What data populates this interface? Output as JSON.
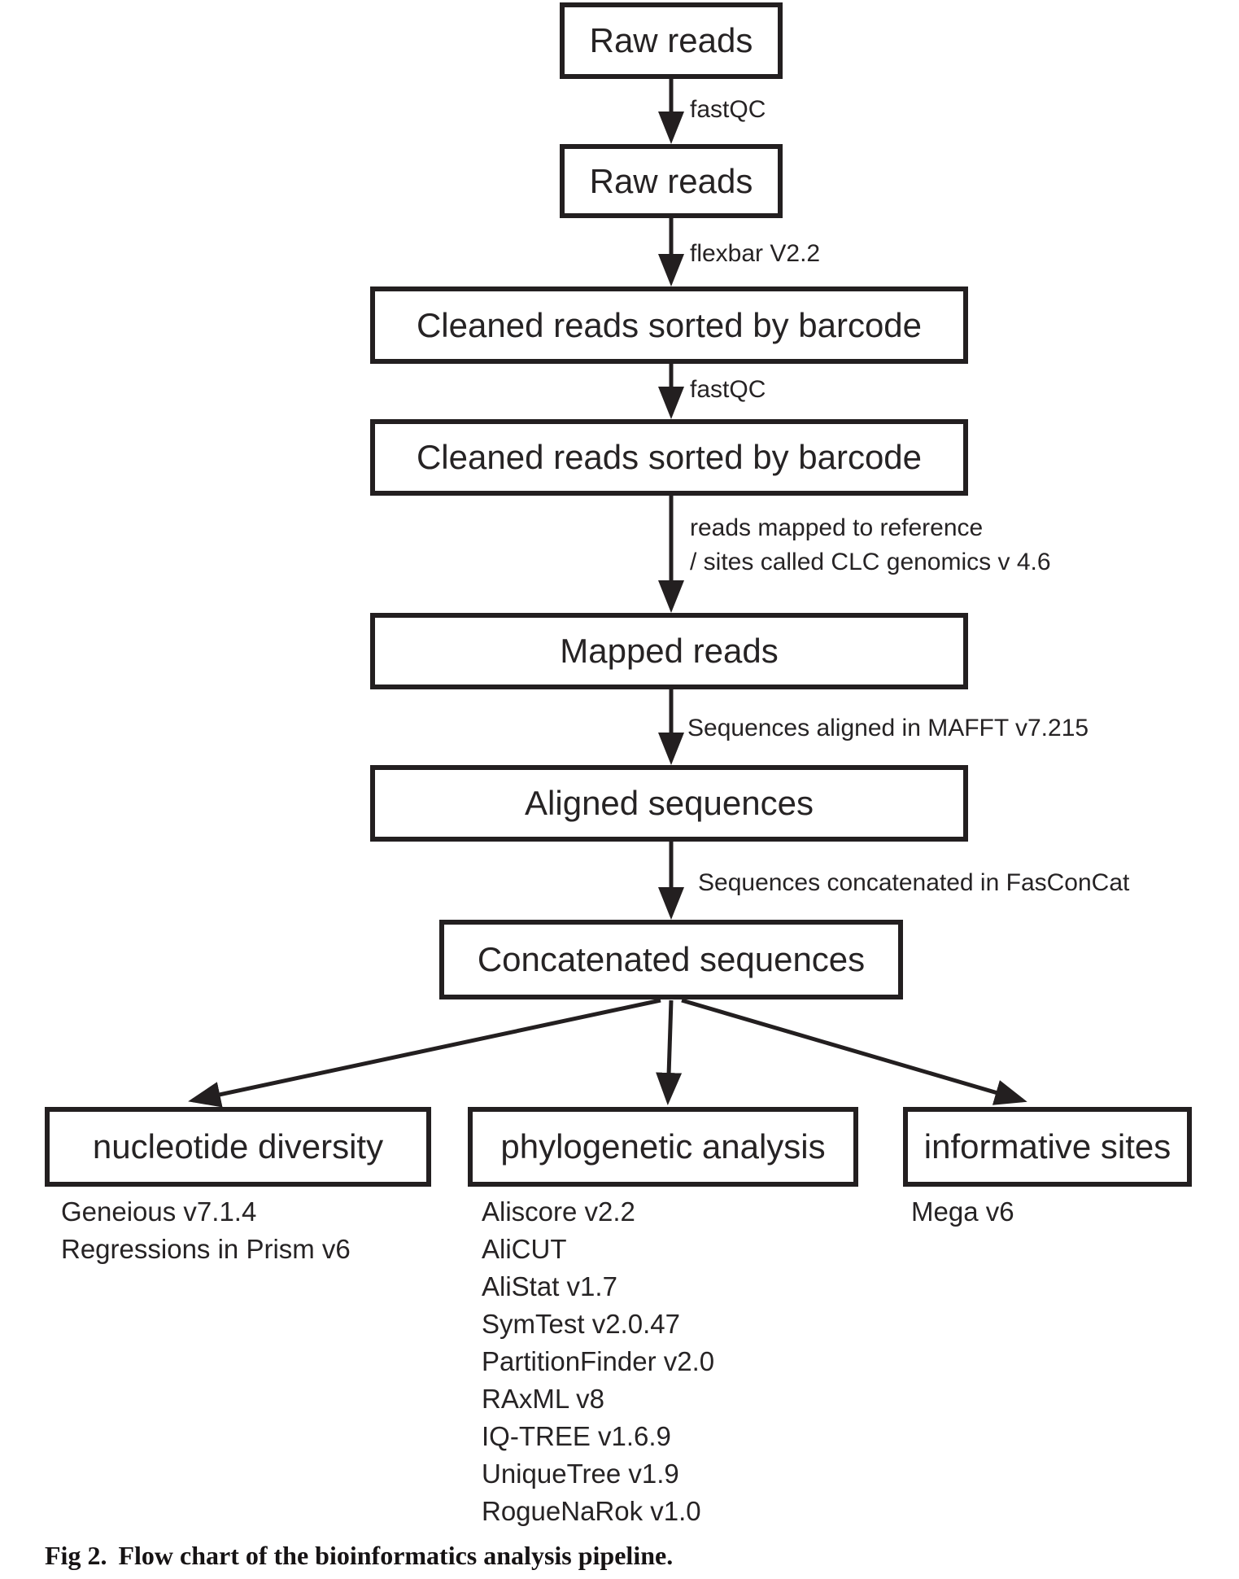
{
  "colors": {
    "ink": "#231f20",
    "background": "#ffffff"
  },
  "nodes": {
    "raw_reads_1": "Raw reads",
    "raw_reads_2": "Raw reads",
    "cleaned_reads_1": "Cleaned reads sorted by barcode",
    "cleaned_reads_2": "Cleaned reads sorted by barcode",
    "mapped_reads": "Mapped reads",
    "aligned_sequences": "Aligned sequences",
    "concatenated_sequences": "Concatenated sequences",
    "nucleotide_diversity": "nucleotide diversity",
    "phylogenetic_analysis": "phylogenetic analysis",
    "informative_sites": "informative sites"
  },
  "edges": {
    "fastqc_1": "fastQC",
    "flexbar": "flexbar V2.2",
    "fastqc_2": "fastQC",
    "clc_line1": "reads mapped to reference",
    "clc_line2": "/ sites called CLC genomics v 4.6",
    "mafft": "Sequences aligned in MAFFT v7.215",
    "fasconcat": "Sequences concatenated in FasConCat"
  },
  "tools": {
    "nucleotide_diversity": {
      "items": [
        "Geneious v7.1.4",
        "Regressions in Prism v6"
      ]
    },
    "phylogenetic_analysis": {
      "items": [
        "Aliscore v2.2",
        "AliCUT",
        "AliStat v1.7",
        "SymTest v2.0.47",
        "PartitionFinder v2.0",
        "RAxML v8",
        "IQ-TREE v1.6.9",
        "UniqueTree v1.9",
        "RogueNaRok v1.0"
      ]
    },
    "informative_sites": {
      "items": [
        "Mega v6"
      ]
    }
  },
  "caption": {
    "fig_label": "Fig 2.",
    "text": "Flow chart of the bioinformatics analysis pipeline."
  }
}
